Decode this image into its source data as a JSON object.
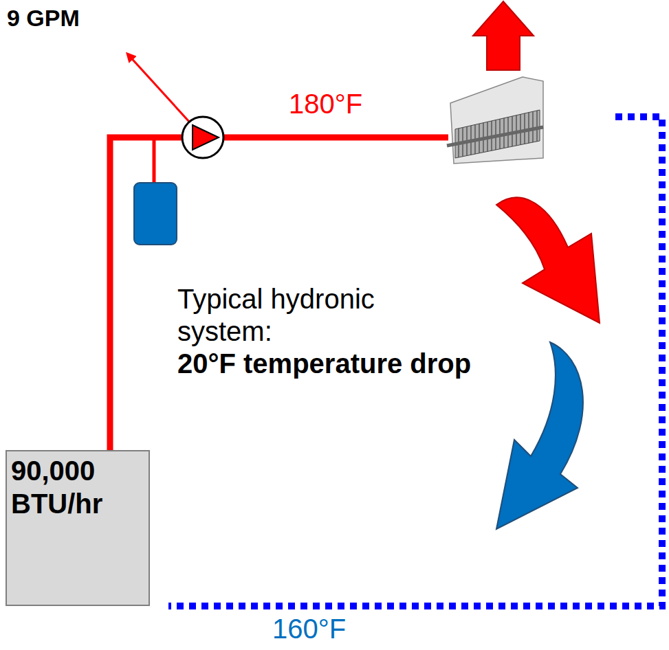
{
  "diagram": {
    "nodes": [
      {
        "text": [
          "90,000 BTU/hr"
        ]
      }
    ],
    "labels": [
      "9 GPM",
      "180°F",
      "Typical hydronic system:",
      "20°F temperature drop",
      "160°F"
    ]
  }
}
